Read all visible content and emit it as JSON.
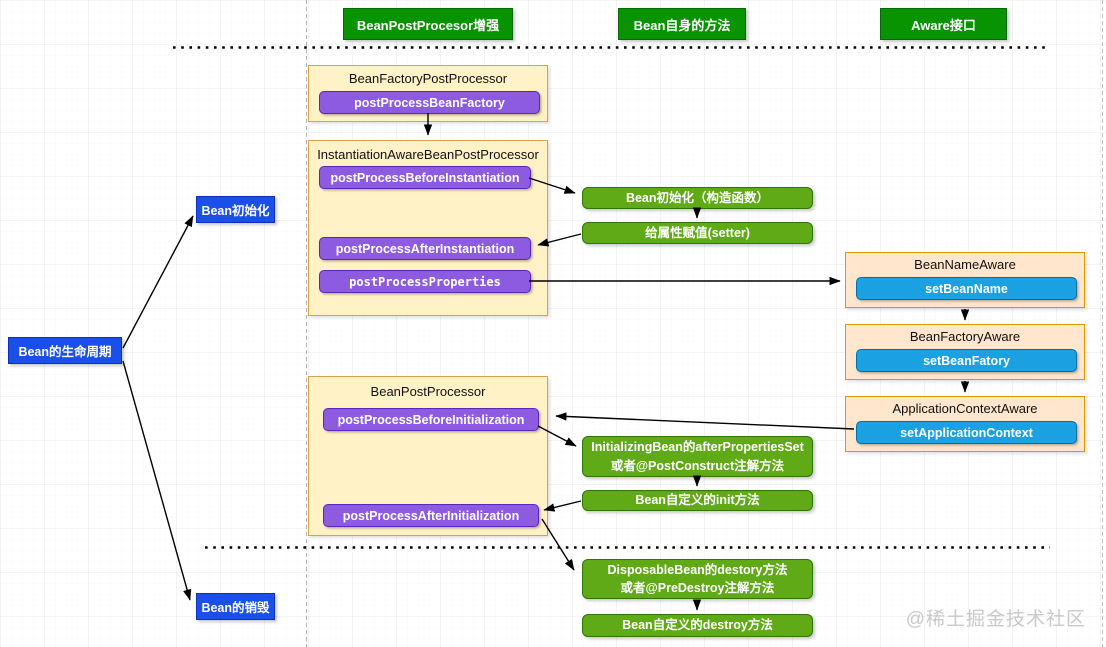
{
  "headers": {
    "post_processor": "BeanPostProcesor增强",
    "bean_methods": "Bean自身的方法",
    "aware": "Aware接口"
  },
  "lifecycle": {
    "root": "Bean的生命周期",
    "init": "Bean初始化",
    "destroy": "Bean的销毁"
  },
  "processors": {
    "bean_factory_post_processor": {
      "title": "BeanFactoryPostProcessor",
      "method": "postProcessBeanFactory"
    },
    "instantiation_aware": {
      "title": "InstantiationAwareBeanPostProcessor",
      "before": "postProcessBeforeInstantiation",
      "after": "postProcessAfterInstantiation",
      "properties": "postProcessProperties"
    },
    "bean_post_processor": {
      "title": "BeanPostProcessor",
      "before": "postProcessBeforeInitialization",
      "after": "postProcessAfterInitialization"
    }
  },
  "bean_method_steps": {
    "construct": "Bean初始化（构造函数）",
    "setter": "给属性赋值(setter)",
    "after_properties_line1": "InitializingBean的afterPropertiesSet",
    "after_properties_line2": "或者@PostConstruct注解方法",
    "custom_init": "Bean自定义的init方法",
    "dispose_line1": "DisposableBean的destory方法",
    "dispose_line2": "或者@PreDestroy注解方法",
    "custom_destroy": "Bean自定义的destroy方法"
  },
  "aware_interfaces": {
    "bean_name": {
      "title": "BeanNameAware",
      "method": "setBeanName"
    },
    "bean_factory": {
      "title": "BeanFactoryAware",
      "method": "setBeanFatory"
    },
    "application_context": {
      "title": "ApplicationContextAware",
      "method": "setApplicationContext"
    }
  },
  "watermark": "@稀土掘金技术社区",
  "colors": {
    "header_green": "#089400",
    "action_green": "#60a917",
    "action_green_border": "#2d7600",
    "method_purple": "#8c5be0",
    "method_blue": "#1ba1e2",
    "nav_blue": "#1a50e8",
    "container_yellow": "#fff2c7",
    "container_peach": "#ffe6cc",
    "container_border_orange": "#d79b00"
  }
}
